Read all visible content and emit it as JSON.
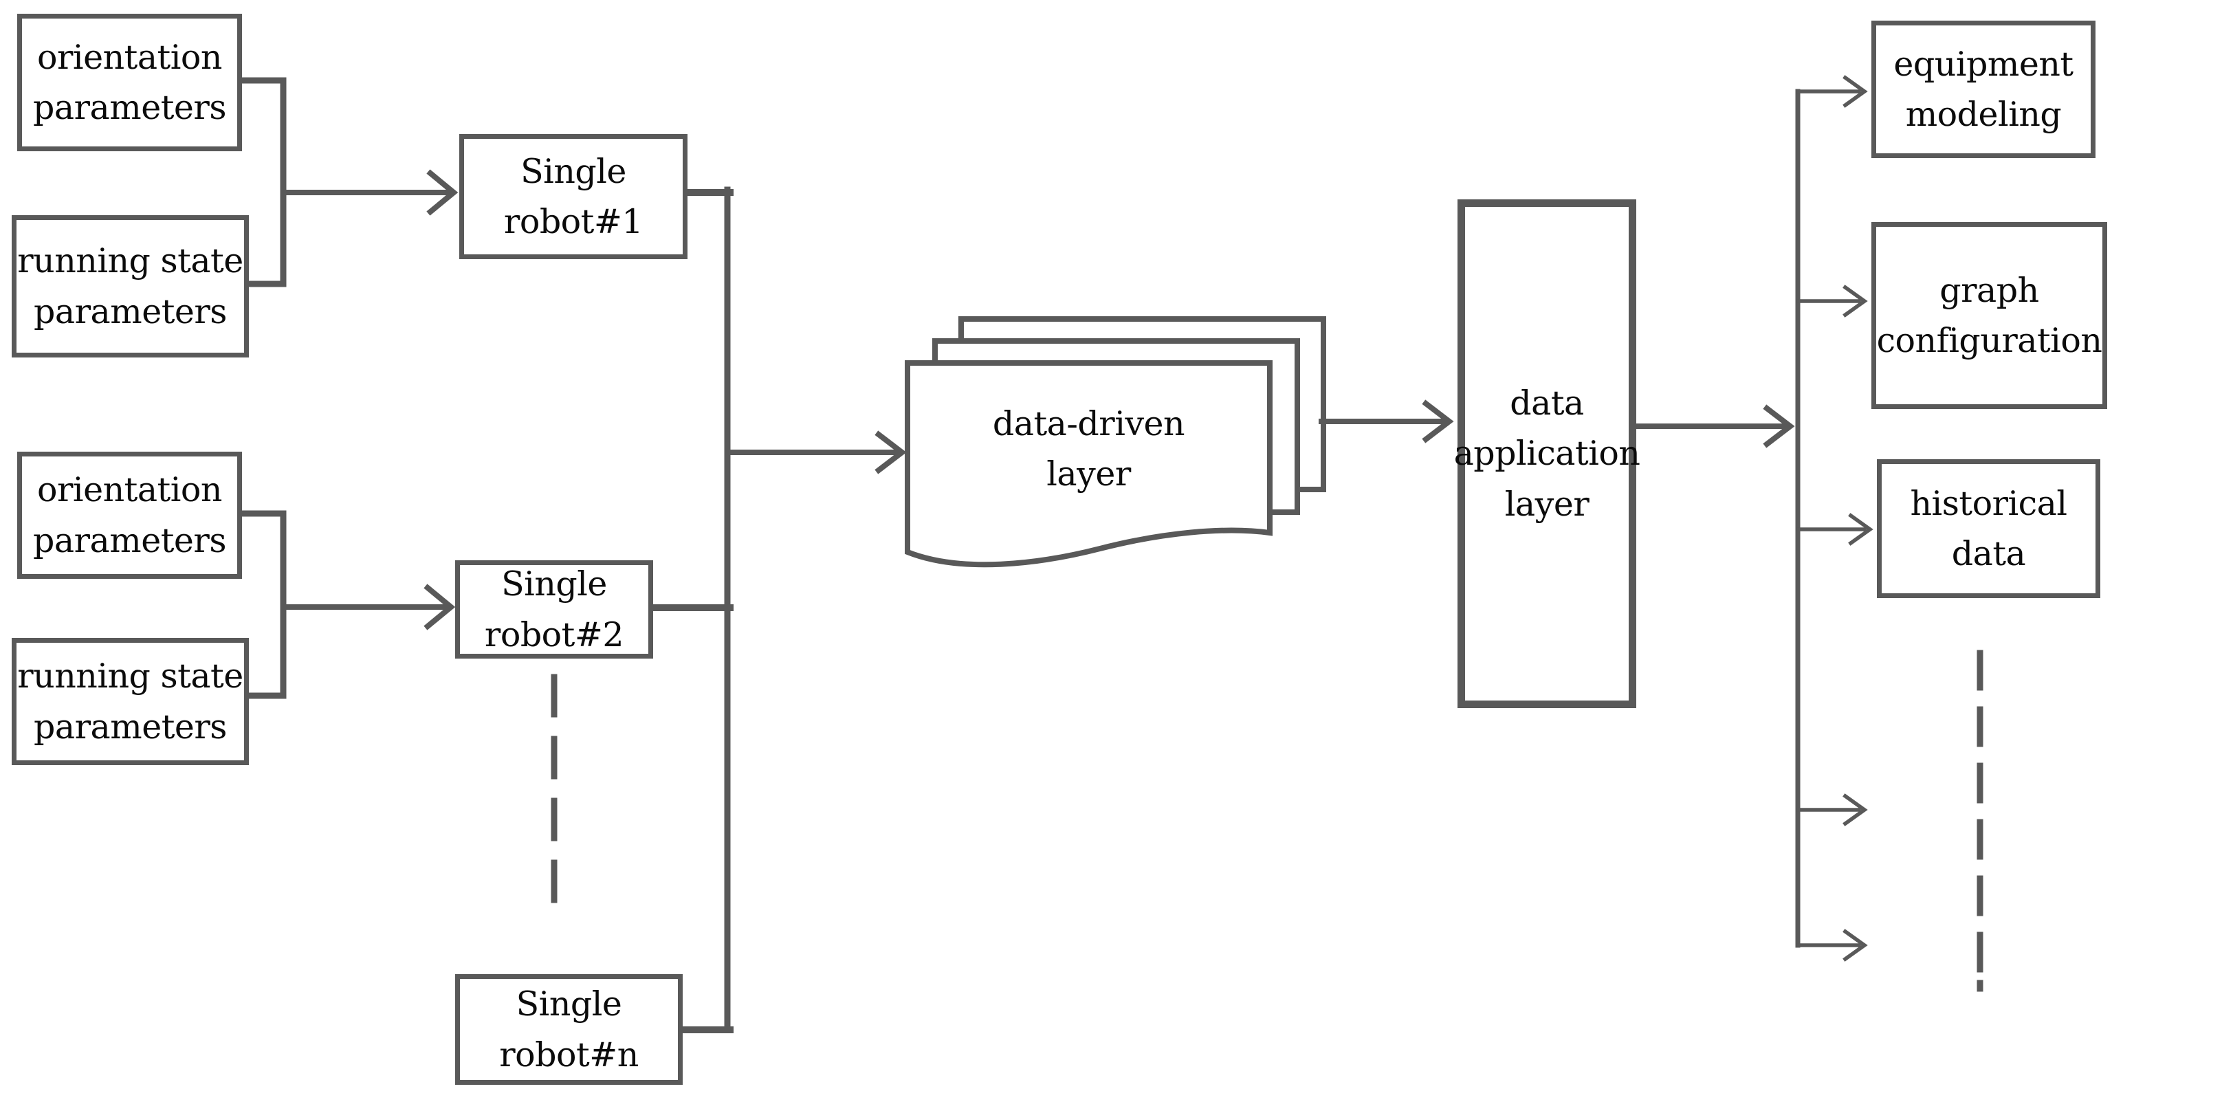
{
  "diagram": {
    "background_color": "#ffffff",
    "line_color": "#595959",
    "text_color": "#0b0b0b",
    "nodes": {
      "orientation_params_1": {
        "label": "orientation\nparameters"
      },
      "running_state_params_1": {
        "label": "running state\nparameters"
      },
      "orientation_params_2": {
        "label": "orientation\nparameters"
      },
      "running_state_params_2": {
        "label": "running state\nparameters"
      },
      "single_robot_1": {
        "label": "Single robot#1"
      },
      "single_robot_2": {
        "label": "Single robot#2"
      },
      "single_robot_n": {
        "label": "Single robot#n"
      },
      "data_driven_layer": {
        "label": "data-driven\nlayer"
      },
      "data_application_layer": {
        "label": "data\napplication\nlayer"
      },
      "equipment_modeling": {
        "label": "equipment\nmodeling"
      },
      "graph_configuration": {
        "label": "graph\nconfiguration"
      },
      "historical_data": {
        "label": "historical\ndata"
      }
    }
  }
}
